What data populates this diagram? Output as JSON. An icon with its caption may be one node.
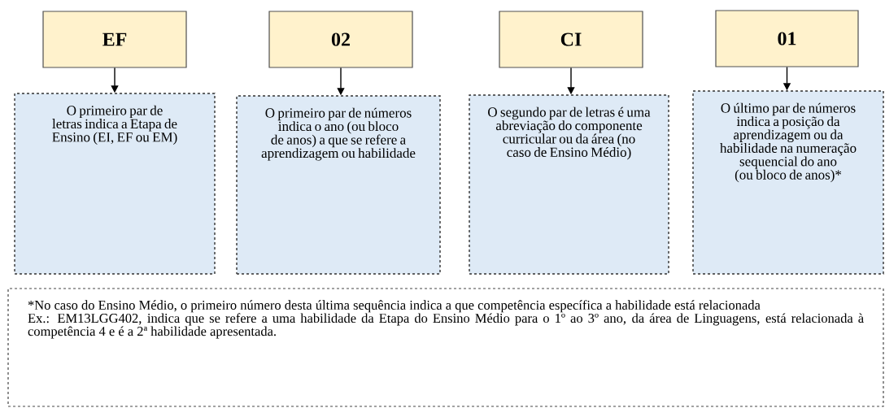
{
  "diagram": {
    "nodes": [
      {
        "text": [
          "EF"
        ]
      },
      {
        "text": [
          "02"
        ]
      },
      {
        "text": [
          "CI"
        ]
      },
      {
        "text": [
          "01"
        ]
      },
      {
        "text": [
          "O primeiro par de letras indica a Etapa de Ensino (EI, EF ou EM)"
        ]
      },
      {
        "text": [
          "O primeiro par de números indica o ano (ou bloco de anos) a que se refere a aprendizagem ou habilidade"
        ]
      },
      {
        "text": [
          "O segundo par de letras é uma abreviação do componente curricular ou da área (no caso de Ensino Médio)"
        ]
      },
      {
        "text": [
          "O último par de números indica a posição da aprendizagem ou da habilidade na numeração sequencial do ano (ou bloco de anos)*"
        ]
      },
      {
        "text": [
          "*No caso do Ensino Médio, o primeiro número desta última sequência indica a que competência específica a habilidade está relacionada",
          "Ex.: EM13LGG402, indica que se refere a uma habilidade da Etapa do Ensino Médio para o 1º ao 3º ano, da área de Linguagens, está relacionada à competência 4 e é a 2ª habilidade apresentada."
        ]
      }
    ],
    "edges": [
      {
        "from": 0,
        "to": 4,
        "arrow": "to"
      },
      {
        "from": 1,
        "to": 5,
        "arrow": "to"
      },
      {
        "from": 2,
        "to": 6,
        "arrow": "to"
      },
      {
        "from": 3,
        "to": 7,
        "arrow": "to"
      }
    ]
  }
}
